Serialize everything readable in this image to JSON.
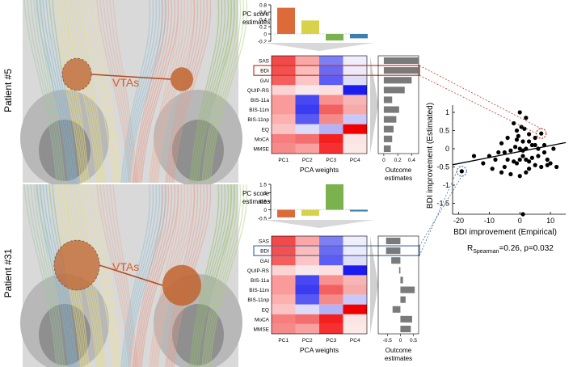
{
  "panels": [
    {
      "patient_label": "Patient #5",
      "vta_label": "VTAs",
      "pc_ylabel": [
        "PC score",
        "estimates"
      ],
      "pc_ticks": [
        "0.8",
        "0.6",
        "0.4",
        "0.2",
        "0",
        "-0.2"
      ],
      "pc_ylim": [
        -0.2,
        0.8
      ],
      "pc_values": [
        0.72,
        0.37,
        -0.18,
        -0.12
      ],
      "outcome_ticks": [
        "0",
        "0.2",
        "0.4"
      ],
      "outcome_xlim": [
        -0.08,
        0.5
      ],
      "outcome_values": [
        0.5,
        0.5,
        0.4,
        0.3,
        0.12,
        0.22,
        0.18,
        0.14,
        0.12,
        0.1
      ],
      "highlight_row": 1,
      "highlight_color": "#c0392b"
    },
    {
      "patient_label": "Patient #31",
      "vta_label": "VTAs",
      "pc_ylabel": [
        "PC score",
        "estimates"
      ],
      "pc_ticks": [
        "1.5",
        "1",
        "0.5",
        "0",
        "-0.5"
      ],
      "pc_ylim": [
        -0.5,
        1.5
      ],
      "pc_values": [
        -0.45,
        -0.35,
        1.5,
        -0.1
      ],
      "outcome_ticks": [
        "-0.5",
        "0",
        "0.5"
      ],
      "outcome_xlim": [
        -0.85,
        0.7
      ],
      "outcome_values": [
        -0.55,
        -0.55,
        -0.35,
        -0.05,
        0.1,
        0.55,
        0.2,
        -0.3,
        0.45,
        0.4
      ],
      "highlight_row": 1,
      "highlight_color": "#4a6fa5"
    }
  ],
  "bar_colors": [
    "#dd6b3a",
    "#d8d14a",
    "#7ab34e",
    "#3d7fb1"
  ],
  "heatmap": {
    "rows": [
      "SAS",
      "BDI",
      "GAI",
      "QUIP-RS",
      "BIS-11a",
      "BIS-11m",
      "BIS-11np",
      "EQ",
      "MoCA",
      "MMSE"
    ],
    "cols": [
      "PC1",
      "PC2",
      "PC3",
      "PC4"
    ],
    "xlabel": "PCA weights",
    "cells": [
      [
        "#f24a4a",
        "#fba7a7",
        "#7f7ff4",
        "#eeeefc"
      ],
      [
        "#f35050",
        "#fbbcbc",
        "#6a6af5",
        "#ebebfc"
      ],
      [
        "#f65e5e",
        "#fcc4c4",
        "#5c5cf6",
        "#dedef9"
      ],
      [
        "#fcd4d4",
        "#f7e8ec",
        "#fce0e0",
        "#1c1cf0"
      ],
      [
        "#fb9a9a",
        "#4848f2",
        "#f89090",
        "#f6b6b6"
      ],
      [
        "#fb9a9a",
        "#3b3bf0",
        "#f26060",
        "#f7aaaa"
      ],
      [
        "#fcb0b0",
        "#5858f3",
        "#f48a8a",
        "#c8c8fb"
      ],
      [
        "#fbc4c4",
        "#dcdcfa",
        "#b2b2f6",
        "#f20000"
      ],
      [
        "#f77e7e",
        "#f36e6e",
        "#f42020",
        "#fbe4e4"
      ],
      [
        "#f48a8a",
        "#f9a0a0",
        "#f63030",
        "#fde8e8"
      ]
    ]
  },
  "outcome_xlabel": [
    "Outcome",
    "estimates"
  ],
  "scatter": {
    "xlabel": "BDI improvement (Empirical)",
    "ylabel": "BDI improvement (Estimated)",
    "x_ticks": [
      "-20",
      "-10",
      "0",
      "10"
    ],
    "y_ticks": [
      "1",
      "0.5",
      "0",
      "-0.5",
      "-1",
      "-1.5"
    ],
    "xlim": [
      -22,
      15
    ],
    "ylim": [
      -1.8,
      1.2
    ],
    "stat_r": "R",
    "stat_sub": "Spearman",
    "stat_rest": "=0.26,  p=0.032",
    "points": [
      [
        -19,
        -0.62
      ],
      [
        7,
        0.42
      ],
      [
        0,
        1.0
      ],
      [
        -2,
        0.7
      ],
      [
        2,
        0.85
      ],
      [
        0.5,
        0.6
      ],
      [
        1.5,
        0.55
      ],
      [
        -1,
        0.5
      ],
      [
        3,
        0.4
      ],
      [
        -4,
        0.3
      ],
      [
        5,
        0.1
      ],
      [
        3,
        0.2
      ],
      [
        1,
        0.2
      ],
      [
        -1,
        0.25
      ],
      [
        -6,
        0.15
      ],
      [
        0,
        0.0
      ],
      [
        -3,
        -0.05
      ],
      [
        -7,
        -0.1
      ],
      [
        -10,
        -0.2
      ],
      [
        -15,
        -0.2
      ],
      [
        -8,
        -0.3
      ],
      [
        -4,
        -0.3
      ],
      [
        -2,
        -0.35
      ],
      [
        -1,
        -0.4
      ],
      [
        0,
        -0.3
      ],
      [
        1,
        -0.2
      ],
      [
        2,
        -0.3
      ],
      [
        3,
        -0.35
      ],
      [
        4,
        -0.25
      ],
      [
        5,
        -0.45
      ],
      [
        6,
        -0.2
      ],
      [
        7,
        -0.5
      ],
      [
        8,
        -0.1
      ],
      [
        9,
        -0.3
      ],
      [
        10,
        -0.4
      ],
      [
        12,
        -0.5
      ],
      [
        11,
        0.0
      ],
      [
        8,
        0.1
      ],
      [
        6,
        0.0
      ],
      [
        4,
        0.1
      ],
      [
        2,
        0.0
      ],
      [
        -5,
        -0.5
      ],
      [
        -9,
        -0.55
      ],
      [
        -12,
        -0.4
      ],
      [
        -6,
        -0.65
      ],
      [
        -3,
        -0.7
      ],
      [
        0,
        -0.75
      ],
      [
        2,
        -0.65
      ],
      [
        3,
        -0.55
      ],
      [
        9,
        -0.45
      ],
      [
        1,
        -1.8
      ],
      [
        -0.5,
        0.35
      ],
      [
        -1.5,
        0.05
      ],
      [
        5,
        0.3
      ],
      [
        -5,
        -0.1
      ],
      [
        1,
        -0.05
      ]
    ],
    "fit": [
      [
        -22,
        -0.44
      ],
      [
        15,
        0.17
      ]
    ],
    "highlight_red": [
      7,
      0.42
    ],
    "highlight_blue": [
      -19,
      -0.62
    ]
  }
}
